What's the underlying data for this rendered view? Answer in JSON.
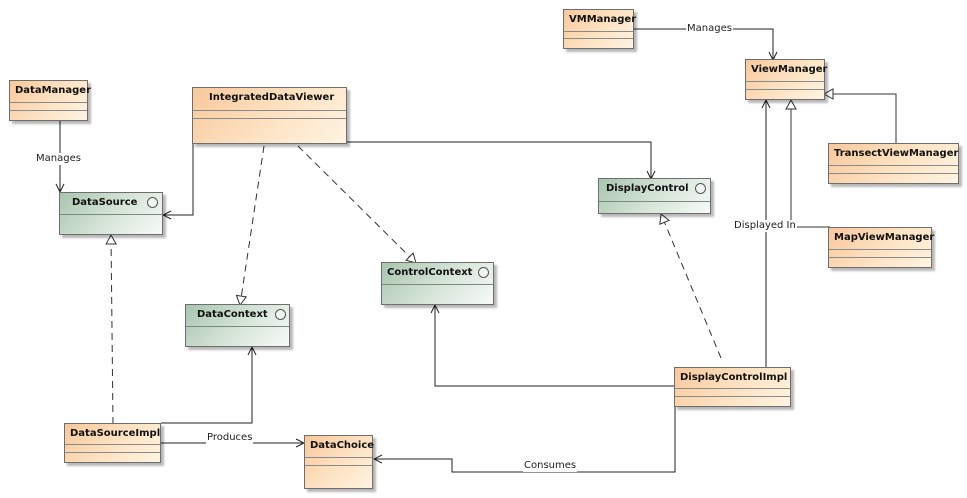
{
  "diagram": {
    "classes": {
      "vm_manager": "VMManager",
      "view_manager": "ViewManager",
      "data_manager": "DataManager",
      "integrated_data_viewer": "IntegratedDataViewer",
      "transect_view_manager": "TransectViewManager",
      "map_view_manager": "MapViewManager",
      "display_control_impl": "DisplayControlImpl",
      "data_source_impl": "DataSourceImpl",
      "data_choice": "DataChoice"
    },
    "interfaces": {
      "data_source": "DataSource",
      "display_control": "DisplayControl",
      "control_context": "ControlContext",
      "data_context": "DataContext"
    },
    "edge_labels": {
      "vm_manages": "Manages",
      "dm_manages": "Manages",
      "displayed_in": "Displayed In",
      "produces": "Produces",
      "consumes": "Consumes"
    }
  }
}
